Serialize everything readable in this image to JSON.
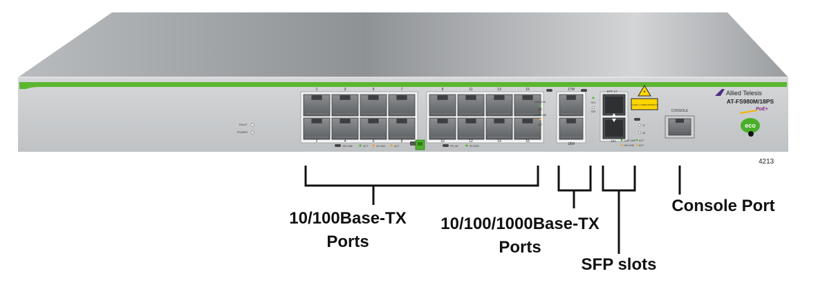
{
  "device": {
    "brand": "Allied Telesis",
    "model": "AT-FS980M/18PS",
    "leds": {
      "fault": "FAULT",
      "power": "POWER"
    },
    "port_numbers_top_left": [
      "1",
      "3",
      "5",
      "7"
    ],
    "port_numbers_bottom_left": [
      "2",
      "4",
      "6",
      "8"
    ],
    "port_numbers_top_right": [
      "9",
      "11",
      "13",
      "15"
    ],
    "port_numbers_bottom_right": [
      "10",
      "12",
      "14",
      "16"
    ],
    "gig_top": "17W",
    "gig_bottom": "18W",
    "sfp_header": "SFP 17",
    "sfp_18": "18A",
    "sfp_led_17": "17",
    "sfp_led_18": "18",
    "console": "CONSOLE",
    "class_label": "CLASS 1 LASER PRODUCT",
    "eco_label": "eco",
    "poe_label": "PoE+",
    "legend_left": [
      "100 LINK",
      "ACT",
      "10 LINK",
      "ACT"
    ],
    "legend_right": [
      "PD ON",
      "PD ERR"
    ],
    "gig_legend": [
      "1000 LINK",
      "ACT",
      "10/100 LINK",
      "ACT"
    ],
    "sfp_legend": [
      "1000 LINK",
      "ACT",
      "100 LINK",
      "ACT"
    ],
    "rps_labels": [
      "RSV",
      "SDE"
    ],
    "colors": {
      "chassis": "#c8cacc",
      "green_stripe": "#5cb531",
      "accent_green": "#4caf2a",
      "brand_purple": "#4b2e83"
    }
  },
  "figure_number": "4213",
  "callouts": [
    {
      "id": "fast-ports",
      "lines": [
        "10/100Base-TX",
        "Ports"
      ]
    },
    {
      "id": "gig-ports",
      "lines": [
        "10/100/1000Base-TX",
        "Ports"
      ]
    },
    {
      "id": "sfp",
      "lines": [
        "SFP slots"
      ]
    },
    {
      "id": "console",
      "lines": [
        "Console Port"
      ]
    }
  ]
}
